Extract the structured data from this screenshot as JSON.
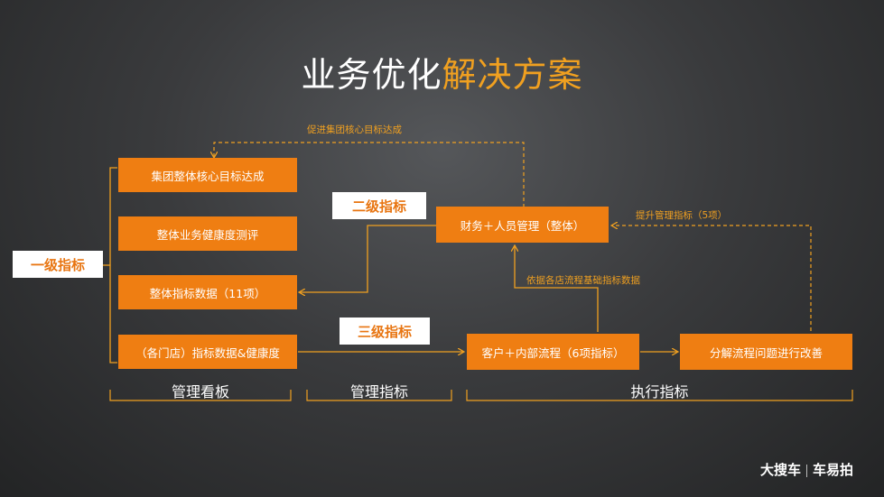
{
  "title": {
    "part1": "业务优化",
    "part2": "解决方案"
  },
  "tags": {
    "level1": "一级指标",
    "level2": "二级指标",
    "level3": "三级指标"
  },
  "boxes": {
    "group_core": "集团整体核心目标达成",
    "overall_health": "整体业务健康度测评",
    "overall_data": "整体指标数据（11项）",
    "store_data": "（各门店）指标数据&健康度",
    "finance_hr": "财务＋人员管理（整体）",
    "customer_process": "客户＋内部流程（6项指标）",
    "decompose": "分解流程问题进行改善"
  },
  "notes": {
    "promote": "促进集团核心目标达成",
    "improve": "提升管理指标（5项）",
    "based_on": "依据各店流程基础指标数据"
  },
  "bottom_labels": {
    "dashboard": "管理看板",
    "management": "管理指标",
    "execution": "执行指标"
  },
  "brand": {
    "left": "大搜车",
    "right": "车易拍"
  },
  "colors": {
    "accent": "#ef7e12",
    "title_highlight": "#f0a020",
    "line": "#f0a020"
  }
}
